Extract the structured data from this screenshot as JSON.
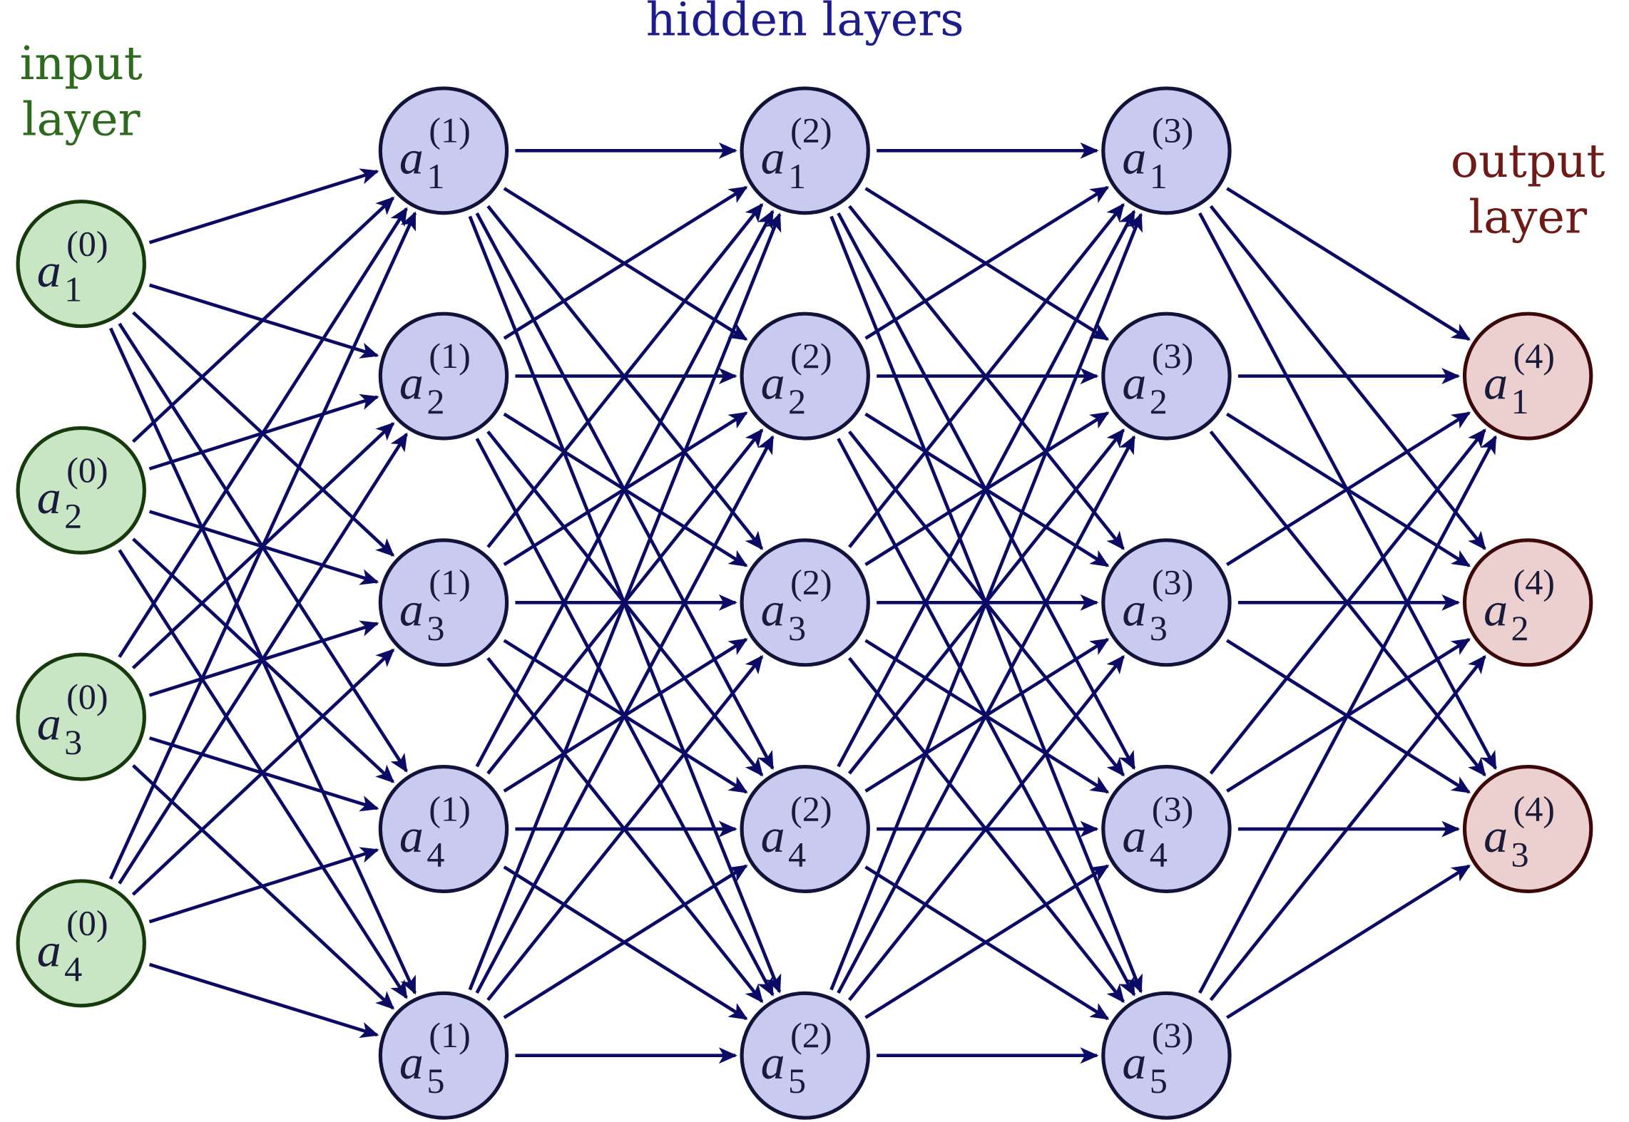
{
  "labels": {
    "input": [
      "input",
      "layer"
    ],
    "hidden": "hidden layers",
    "output": [
      "output",
      "layer"
    ]
  },
  "colors": {
    "edge": "#0b0b66",
    "input_fill": "#c8e6c4",
    "input_stroke": "#163a0c",
    "input_text": "#2e6a1e",
    "hidden_fill": "#c8caf0",
    "hidden_stroke": "#12123a",
    "hidden_text": "#1c1c8c",
    "output_fill": "#ecd0cf",
    "output_stroke": "#3c0808",
    "output_text": "#6e1a16"
  },
  "layers": [
    {
      "kind": "input",
      "nodes": [
        {
          "base": "a",
          "sub": "1",
          "sup": "(0)"
        },
        {
          "base": "a",
          "sub": "2",
          "sup": "(0)"
        },
        {
          "base": "a",
          "sub": "3",
          "sup": "(0)"
        },
        {
          "base": "a",
          "sub": "4",
          "sup": "(0)"
        }
      ]
    },
    {
      "kind": "hidden",
      "nodes": [
        {
          "base": "a",
          "sub": "1",
          "sup": "(1)"
        },
        {
          "base": "a",
          "sub": "2",
          "sup": "(1)"
        },
        {
          "base": "a",
          "sub": "3",
          "sup": "(1)"
        },
        {
          "base": "a",
          "sub": "4",
          "sup": "(1)"
        },
        {
          "base": "a",
          "sub": "5",
          "sup": "(1)"
        }
      ]
    },
    {
      "kind": "hidden",
      "nodes": [
        {
          "base": "a",
          "sub": "1",
          "sup": "(2)"
        },
        {
          "base": "a",
          "sub": "2",
          "sup": "(2)"
        },
        {
          "base": "a",
          "sub": "3",
          "sup": "(2)"
        },
        {
          "base": "a",
          "sub": "4",
          "sup": "(2)"
        },
        {
          "base": "a",
          "sub": "5",
          "sup": "(2)"
        }
      ]
    },
    {
      "kind": "hidden",
      "nodes": [
        {
          "base": "a",
          "sub": "1",
          "sup": "(3)"
        },
        {
          "base": "a",
          "sub": "2",
          "sup": "(3)"
        },
        {
          "base": "a",
          "sub": "3",
          "sup": "(3)"
        },
        {
          "base": "a",
          "sub": "4",
          "sup": "(3)"
        },
        {
          "base": "a",
          "sub": "5",
          "sup": "(3)"
        }
      ]
    },
    {
      "kind": "output",
      "nodes": [
        {
          "base": "a",
          "sub": "1",
          "sup": "(4)"
        },
        {
          "base": "a",
          "sub": "2",
          "sup": "(4)"
        },
        {
          "base": "a",
          "sub": "3",
          "sup": "(4)"
        }
      ]
    }
  ]
}
